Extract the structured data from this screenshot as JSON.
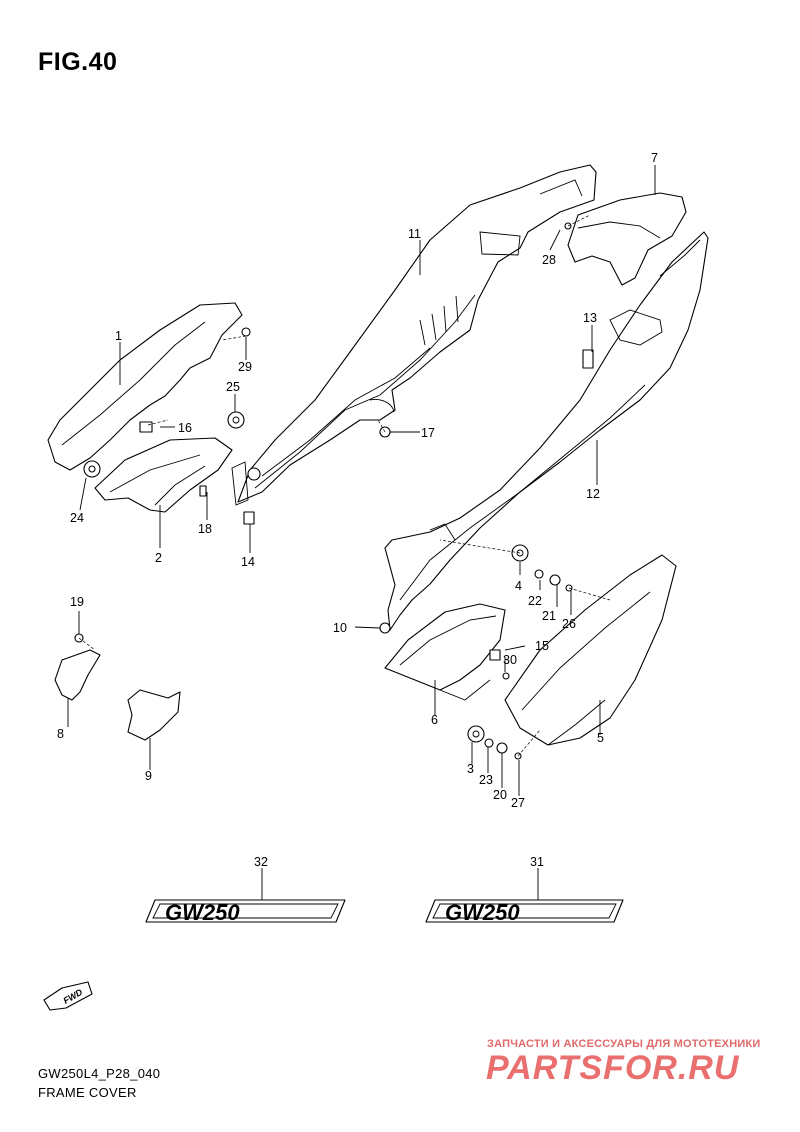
{
  "figure": {
    "title": "FIG.40"
  },
  "footer": {
    "code": "GW250L4_P28_040",
    "name": "FRAME COVER"
  },
  "fwd_badge": {
    "label": "FWD"
  },
  "emblems": {
    "text": "GW250"
  },
  "callouts": {
    "p1": "1",
    "p2": "2",
    "p3": "3",
    "p4": "4",
    "p5": "5",
    "p6": "6",
    "p7": "7",
    "p8": "8",
    "p9": "9",
    "p10": "10",
    "p11": "11",
    "p12": "12",
    "p13": "13",
    "p14": "14",
    "p15": "15",
    "p16": "16",
    "p17": "17",
    "p18": "18",
    "p19": "19",
    "p20": "20",
    "p21": "21",
    "p22": "22",
    "p23": "23",
    "p24": "24",
    "p25": "25",
    "p26": "26",
    "p27": "27",
    "p28": "28",
    "p29": "29",
    "p30": "30",
    "p31": "31",
    "p32": "32"
  },
  "watermark": {
    "tagline": "ЗАПЧАСТИ И АКСЕССУАРЫ ДЛЯ МОТОТЕХНИКИ",
    "site": "PARTSFOR.RU",
    "color": "#e06a6a"
  }
}
